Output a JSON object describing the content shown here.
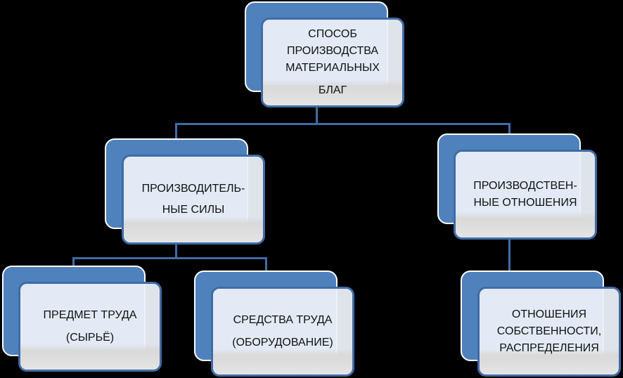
{
  "nodes": {
    "root": {
      "lines": [
        "СПОСОБ",
        "ПРОИЗВОДСТВА",
        "МАТЕРИАЛЬНЫХ",
        "БЛАГ"
      ]
    },
    "productive_forces": {
      "lines": [
        "ПРОИЗВОДИТЕЛЬ-",
        "НЫЕ СИЛЫ"
      ]
    },
    "production_relations": {
      "lines": [
        "ПРОИЗВОДСТВЕН-",
        "НЫЕ ОТНОШЕНИЯ"
      ]
    },
    "object_of_labor": {
      "lines": [
        "ПРЕДМЕТ ТРУДА",
        "(СЫРЬЁ)"
      ]
    },
    "means_of_labor": {
      "lines": [
        "СРЕДСТВА ТРУДА",
        "(ОБОРУДОВАНИЕ)"
      ]
    },
    "ownership_relations": {
      "lines": [
        "ОТНОШЕНИЯ",
        "СОБСТВЕННОСТИ,",
        "РАСПРЕДЕЛЕНИЯ"
      ]
    }
  },
  "colors": {
    "box_back": "#4f81bd",
    "connector": "#3f6ca6",
    "background": "#000000"
  }
}
